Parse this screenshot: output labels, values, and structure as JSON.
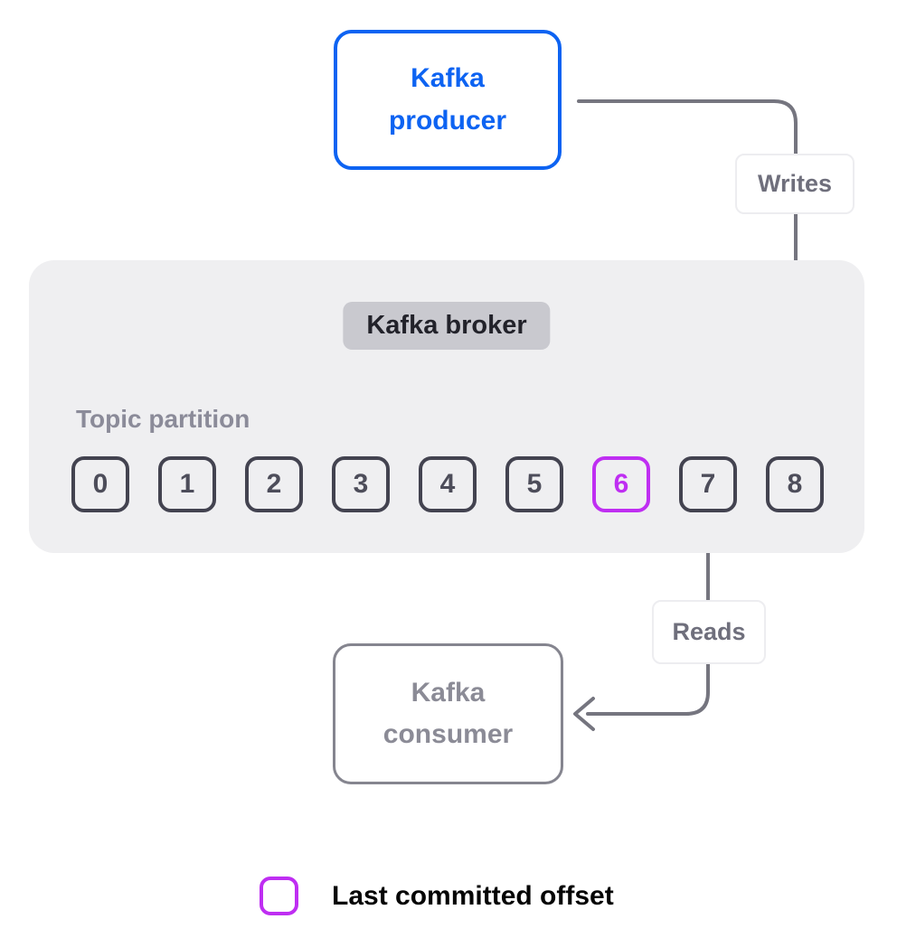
{
  "colors": {
    "producer_blue": "#0d63f2",
    "offset_purple": "#bf2ef2",
    "connector_gray": "#75757f",
    "consumer_gray": "#85858f",
    "consumer_text": "#8b8b96",
    "muted_text": "#8b8b99",
    "flow_label_text": "#6f6f7c",
    "flow_label_border": "#ededf0",
    "broker_bg": "#efeff1",
    "badge_bg": "#c9c9cf",
    "badge_text": "#22222a",
    "partition_border": "#434350",
    "partition_text": "#4d4d5a",
    "legend_text": "#050505"
  },
  "diagram": {
    "producer": {
      "label": "Kafka producer"
    },
    "flow": {
      "writes": "Writes",
      "reads": "Reads"
    },
    "broker": {
      "badge": "Kafka broker",
      "partition_title": "Topic partition",
      "partitions": [
        "0",
        "1",
        "2",
        "3",
        "4",
        "5",
        "6",
        "7",
        "8"
      ],
      "highlighted_partition": "6"
    },
    "consumer": {
      "label": "Kafka consumer"
    },
    "legend": {
      "label": "Last committed offset"
    }
  }
}
